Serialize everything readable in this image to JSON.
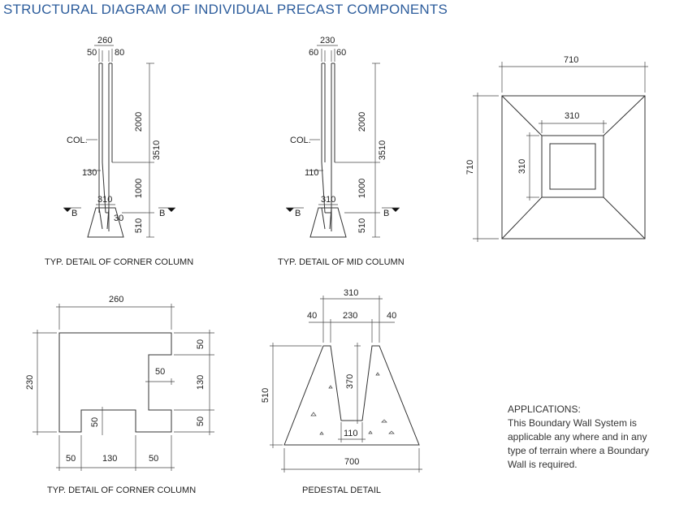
{
  "title": "STRUCTURAL DIAGRAM OF INDIVIDUAL PRECAST COMPONENTS",
  "corner_column_elevation": {
    "caption": "TYP. DETAIL OF CORNER COLUMN",
    "dims": {
      "total_width": "260",
      "left": "50",
      "right": "80",
      "upper": "2000",
      "middle": "1000",
      "base": "510",
      "overall": "3510",
      "col_height_mark": "130",
      "pedestal_top": "310",
      "offset": "30"
    },
    "col_label": "COL.",
    "section_mark": "B"
  },
  "mid_column_elevation": {
    "caption": "TYP. DETAIL OF MID COLUMN",
    "dims": {
      "total_width": "230",
      "left": "60",
      "right": "60",
      "upper": "2000",
      "middle": "1000",
      "base": "510",
      "overall": "3510",
      "col_height_mark": "110",
      "pedestal_top": "310"
    },
    "col_label": "COL.",
    "section_mark": "B"
  },
  "pedestal_plan": {
    "outer_w": "710",
    "outer_h": "710",
    "inner_w": "310",
    "inner_h": "310"
  },
  "corner_column_section": {
    "caption": "TYP. DETAIL OF CORNER COLUMN",
    "dims": {
      "width": "260",
      "height": "230",
      "r_top": "50",
      "r_mid": "130",
      "r_bot": "50",
      "notch_depth": "50",
      "b_left": "50",
      "b_mid": "130",
      "b_right": "50",
      "bottom_notch": "50"
    }
  },
  "pedestal_detail": {
    "caption": "PEDESTAL DETAIL",
    "dims": {
      "top_total": "310",
      "left_lip": "40",
      "opening": "230",
      "right_lip": "40",
      "height": "510",
      "socket_depth": "370",
      "socket_bottom": "110",
      "base": "700"
    }
  },
  "applications": {
    "heading": "APPLICATIONS:",
    "lines": [
      "This Boundary Wall System is",
      "applicable any where and in any",
      "type of terrain where a Boundary",
      "Wall is required."
    ]
  }
}
